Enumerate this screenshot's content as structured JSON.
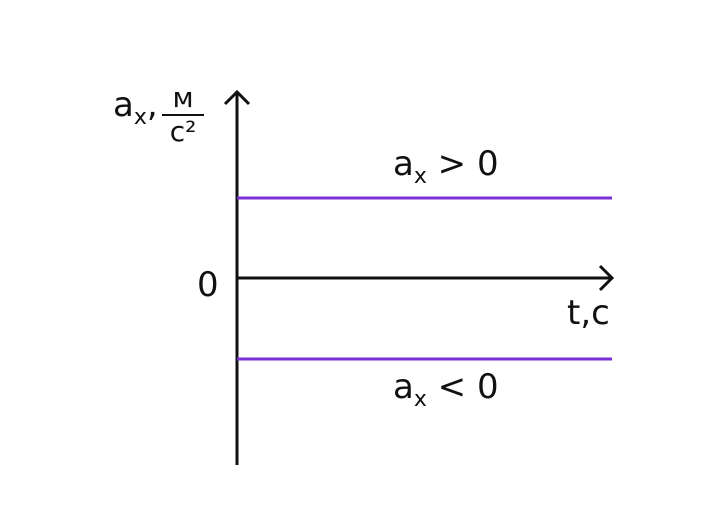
{
  "colors": {
    "axis": "#111111",
    "line": "#7b2fd8"
  },
  "y_axis": {
    "symbol": "a",
    "subscript": "x",
    "separator": ",",
    "unit_numerator": "м",
    "unit_denominator": "с²"
  },
  "x_axis": {
    "label": "t,c"
  },
  "origin_label": "0",
  "lines": [
    {
      "label_symbol": "a",
      "label_subscript": "x",
      "label_rest": " > 0",
      "sign": "positive"
    },
    {
      "label_symbol": "a",
      "label_subscript": "x",
      "label_rest": " < 0",
      "sign": "negative"
    }
  ]
}
